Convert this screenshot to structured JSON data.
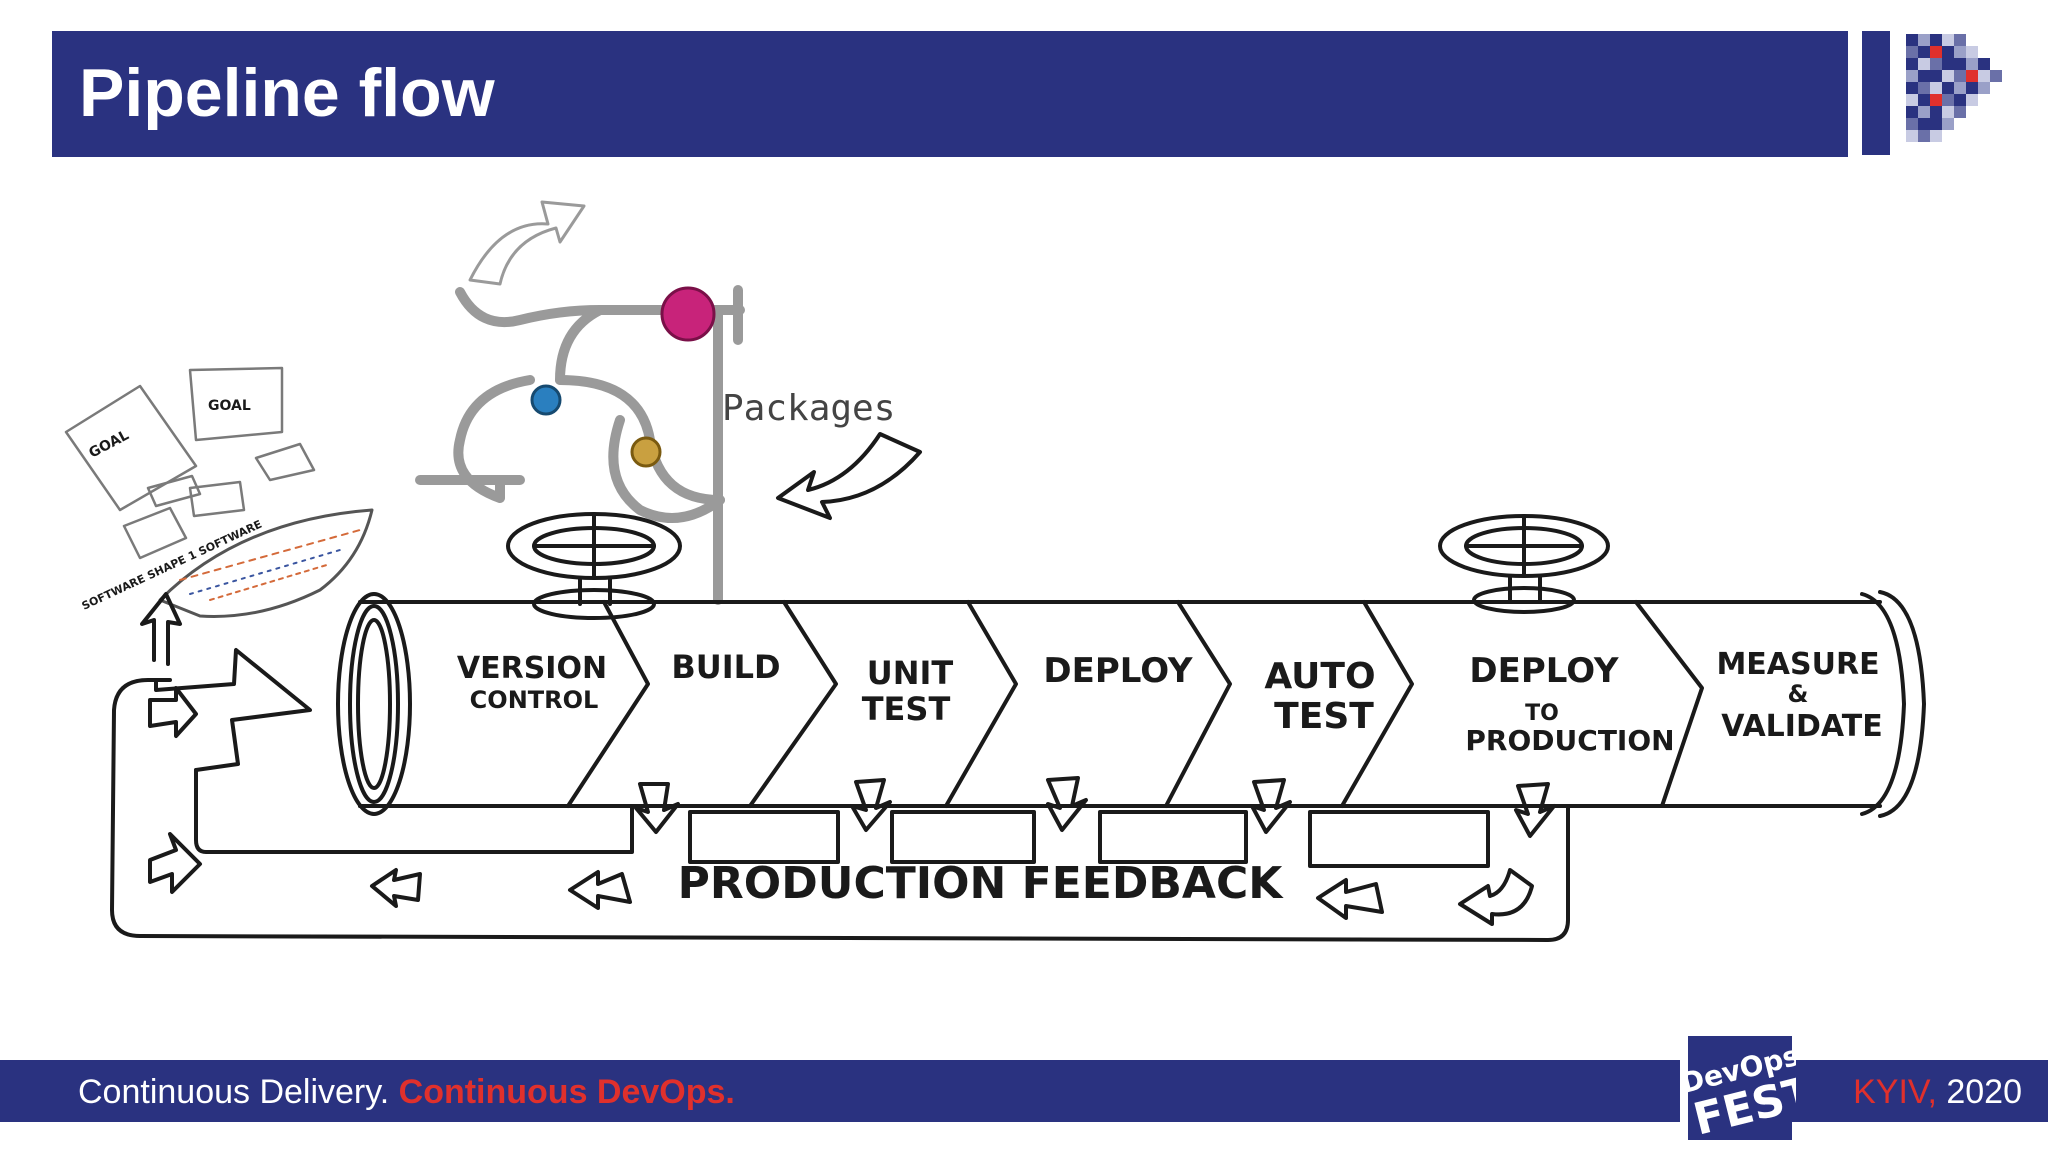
{
  "header": {
    "title": "Pipeline flow"
  },
  "diagram": {
    "stages": [
      {
        "line1": "VERSION",
        "line2": "CONTROL",
        "line3": ""
      },
      {
        "line1": "BUILD",
        "line2": "",
        "line3": ""
      },
      {
        "line1": "UNIT",
        "line2": "TEST",
        "line3": ""
      },
      {
        "line1": "DEPLOY",
        "line2": "",
        "line3": ""
      },
      {
        "line1": "AUTO",
        "line2": "TEST",
        "line3": ""
      },
      {
        "line1": "DEPLOY",
        "line2": "TO",
        "line3": "PRODUCTION"
      },
      {
        "line1": "MEASURE",
        "line2": "&",
        "line3": "VALIDATE"
      }
    ],
    "feedback_label": "PRODUCTION FEEDBACK",
    "packages_label": "Packages",
    "goal_labels": [
      "GOAL",
      "GOAL"
    ],
    "source_label": "SOFTWARE SHAPE 1 SOFTWARE"
  },
  "footer": {
    "left_main": "Continuous Delivery.",
    "left_accent": "Continuous DevOps.",
    "right_accent": "KYIV,",
    "right_year": "2020",
    "event_logo_line1": "DevOps",
    "event_logo_line2": "FEST"
  },
  "colors": {
    "brand_blue": "#2a3280",
    "accent_red": "#e0302c",
    "valve_pink": "#c8237a",
    "valve_blue": "#2a7fbf",
    "valve_gold": "#c9a040"
  }
}
